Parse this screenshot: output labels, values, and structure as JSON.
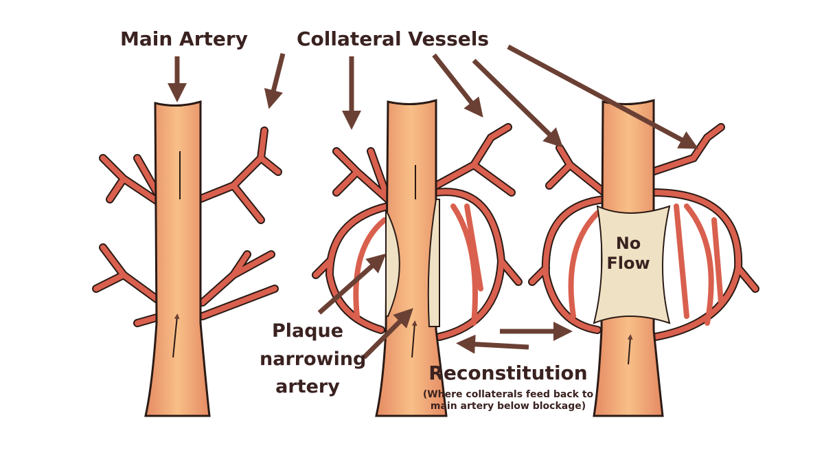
{
  "labels": {
    "main_artery": "Main Artery",
    "collateral_vessels": "Collateral Vessels",
    "no_flow": "No Flow",
    "plaque": "Plaque narrowing artery",
    "reconstitution": "Reconstitution",
    "reconstitution_note": "(Where collaterals feed back to main artery below blockage)"
  },
  "colors": {
    "text": "#3a2220",
    "arrow": "#6b4034",
    "artery_light": "#f8bf88",
    "artery_dark": "#e58a63",
    "collateral": "#d9604e",
    "plaque": "#efe2c4",
    "outline": "#2a1a15"
  }
}
